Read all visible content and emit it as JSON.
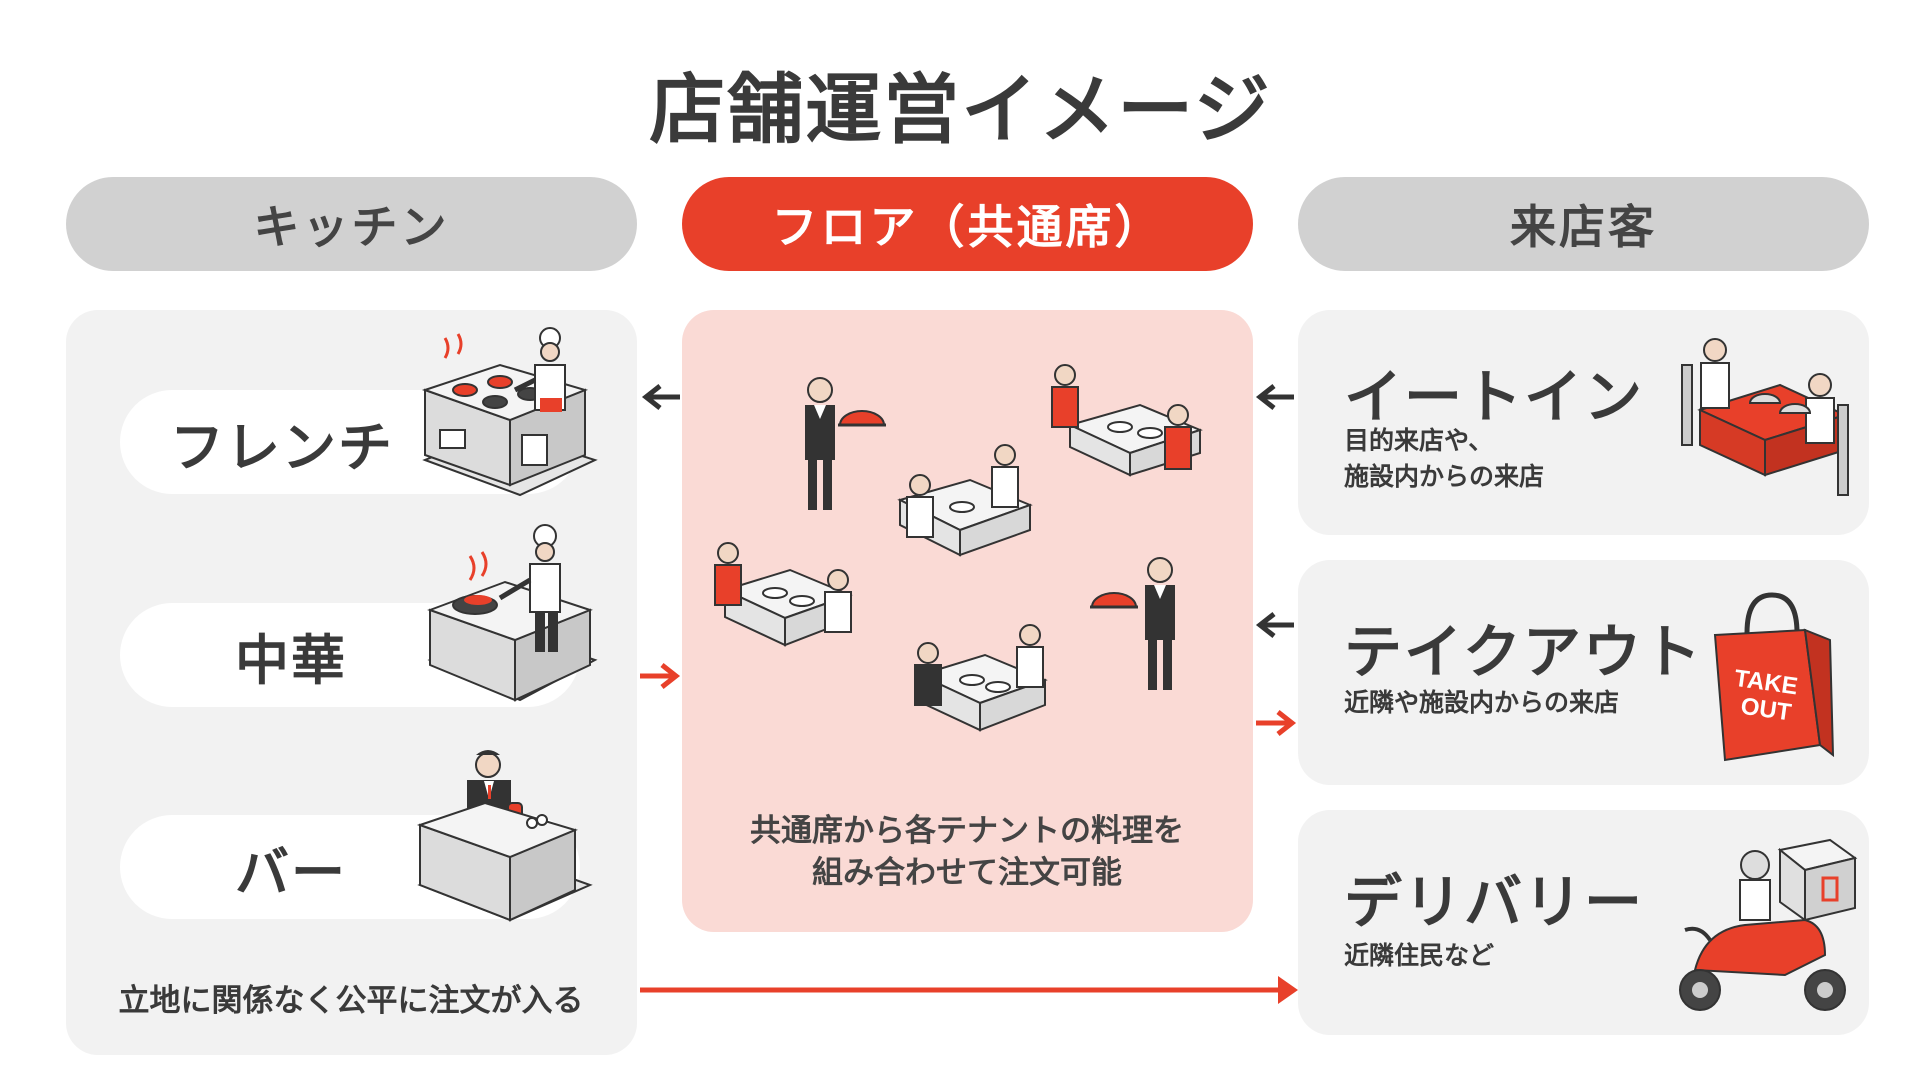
{
  "title": "店舗運営イメージ",
  "headers": {
    "kitchen": "キッチン",
    "floor": "フロア（共通席）",
    "customers": "来店客"
  },
  "kitchen": {
    "items": [
      {
        "label": "フレンチ",
        "icon": "french-chef-icon"
      },
      {
        "label": "中華",
        "icon": "chinese-chef-icon"
      },
      {
        "label": "バー",
        "icon": "bartender-icon"
      }
    ],
    "note": "立地に関係なく公平に注文が入る"
  },
  "floor": {
    "caption_line1": "共通席から各テナントの料理を",
    "caption_line2": "組み合わせて注文可能"
  },
  "customers": {
    "items": [
      {
        "title": "イートイン",
        "sub_line1": "目的来店や、",
        "sub_line2": "施設内からの来店",
        "icon": "dining-couple-icon"
      },
      {
        "title": "テイクアウト",
        "sub_line1": "近隣や施設内からの来店",
        "icon": "takeout-bag-icon",
        "bag_line1": "TAKE",
        "bag_line2": "OUT"
      },
      {
        "title": "デリバリー",
        "sub_line1": "近隣住民など",
        "icon": "delivery-scooter-icon"
      }
    ]
  },
  "colors": {
    "accent": "#e8402a",
    "pill_gray": "#d1d1d1",
    "panel_gray": "#f2f2f2",
    "panel_pink": "#fadad5",
    "arrow_dark": "#333333"
  }
}
